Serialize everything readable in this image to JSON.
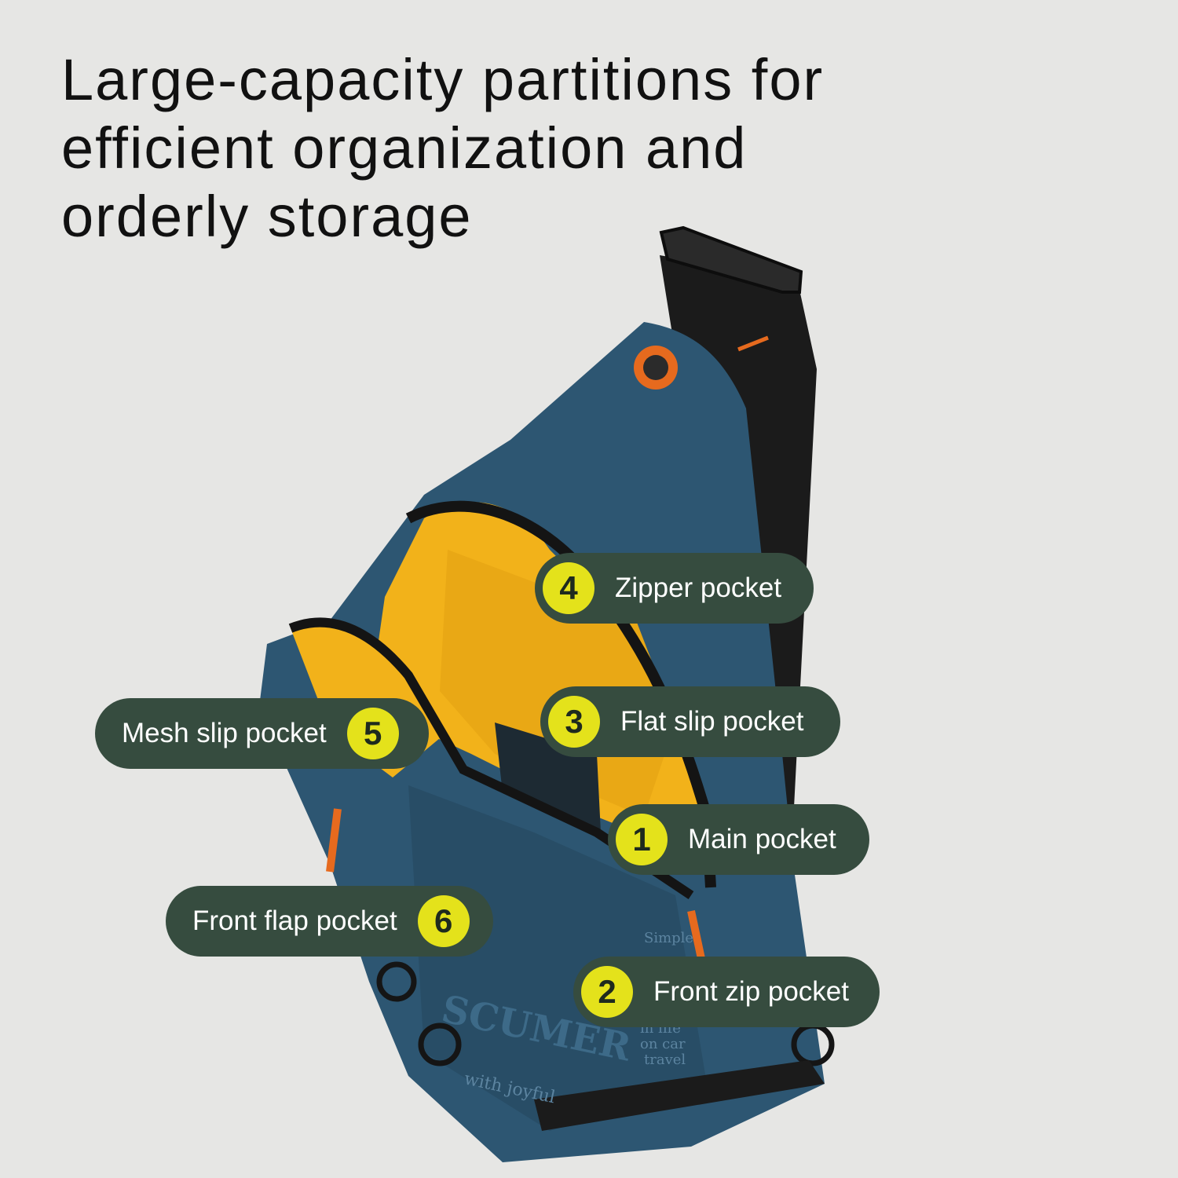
{
  "headline": {
    "lines": [
      "Large-capacity partitions for",
      "efficient organization and",
      "orderly storage"
    ]
  },
  "colors": {
    "background": "#e6e6e4",
    "callout_bg": "#364c3f",
    "badge": "#e4e21b",
    "bag_body": "#2d5672",
    "bag_lining": "#f2b21a",
    "strap": "#1b1b1b",
    "accent_orange": "#e66a1e"
  },
  "bag_image": {
    "brand_text": "SCUMER",
    "print_lines": [
      "Simple",
      "in life",
      "on car",
      "travel",
      "with joyful"
    ]
  },
  "callouts": [
    {
      "number": "4",
      "label": "Zipper pocket"
    },
    {
      "number": "3",
      "label": "Flat slip pocket"
    },
    {
      "number": "1",
      "label": "Main pocket"
    },
    {
      "number": "2",
      "label": "Front zip pocket"
    },
    {
      "number": "5",
      "label": "Mesh slip pocket"
    },
    {
      "number": "6",
      "label": "Front flap pocket"
    }
  ]
}
